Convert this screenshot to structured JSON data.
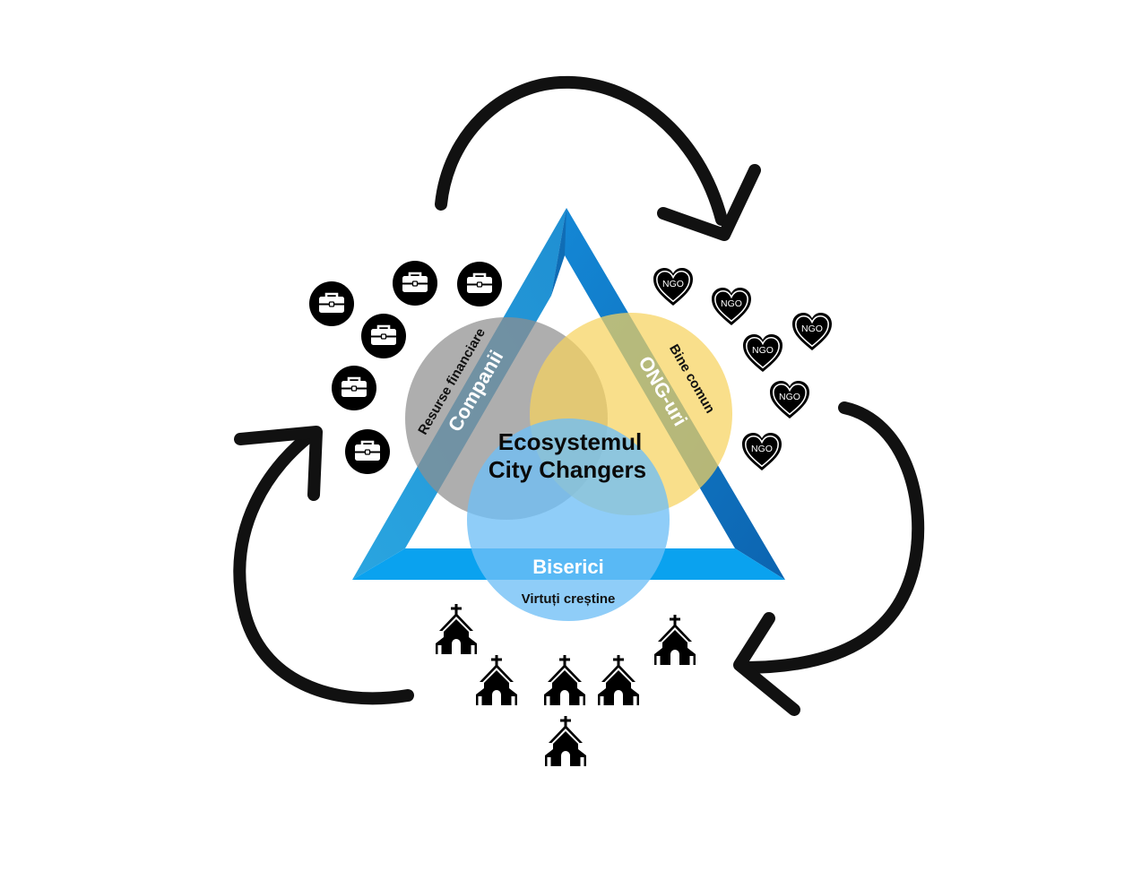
{
  "center": {
    "line1": "Ecosystemul",
    "line2": "City Changers"
  },
  "sectors": {
    "companies": {
      "label": "Companii",
      "value": "Resurse financiare",
      "color": "#9e9e9e"
    },
    "ngos": {
      "label": "ONG-uri",
      "value": "Bine comun",
      "color": "#f7d669"
    },
    "churches": {
      "label": "Biserici",
      "value": "Virtuți creștine",
      "color": "#7cc4f5"
    }
  },
  "ngo_icon_text": "NGO",
  "icons": {
    "company": "briefcase-icon",
    "ngo": "heart-ngo-icon",
    "church": "church-icon"
  },
  "colors": {
    "triangle_light": "#29a3dd",
    "triangle_dark": "#0f6fb8",
    "arrow": "#111111"
  }
}
